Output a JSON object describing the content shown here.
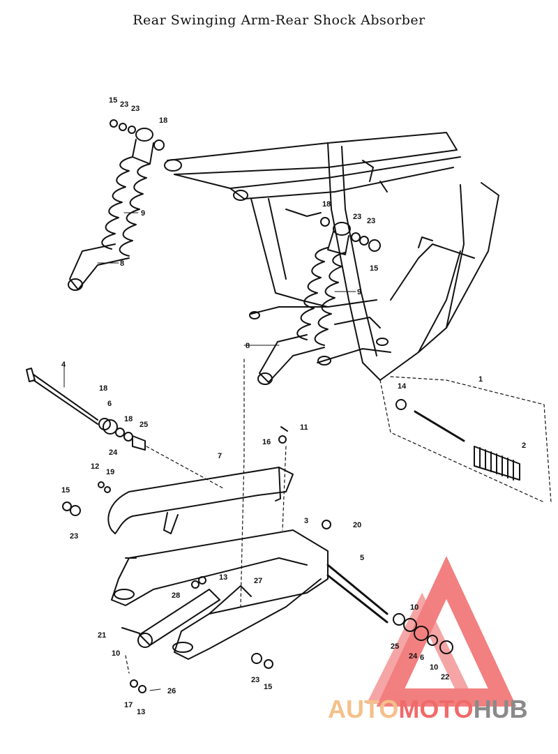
{
  "title": "Rear Swinging Arm-Rear Shock Absorber",
  "colors": {
    "line": "#111111",
    "watermark_red": "#f06a6a",
    "watermark_orange": "#f4c08a",
    "watermark_gray": "#8a8a8a"
  },
  "callouts": {
    "left_shock": [
      "15",
      "23",
      "23",
      "18",
      "9",
      "8"
    ],
    "right_shock": [
      "18",
      "23",
      "23",
      "15",
      "9",
      "8"
    ],
    "kit": [
      "14",
      "1",
      "2"
    ],
    "pivot_left": [
      "4",
      "18",
      "6",
      "18",
      "24",
      "25"
    ],
    "small_parts": [
      "11",
      "16",
      "12",
      "19",
      "15",
      "23",
      "7",
      "3",
      "20",
      "5"
    ],
    "lower": [
      "13",
      "27",
      "28",
      "21",
      "10",
      "23",
      "15",
      "17",
      "13",
      "26"
    ],
    "pivot_right": [
      "10",
      "6",
      "25",
      "24",
      "10",
      "22"
    ]
  },
  "watermark": {
    "part1": "AUTO",
    "part2": "MOTO",
    "part3": "HUB"
  }
}
